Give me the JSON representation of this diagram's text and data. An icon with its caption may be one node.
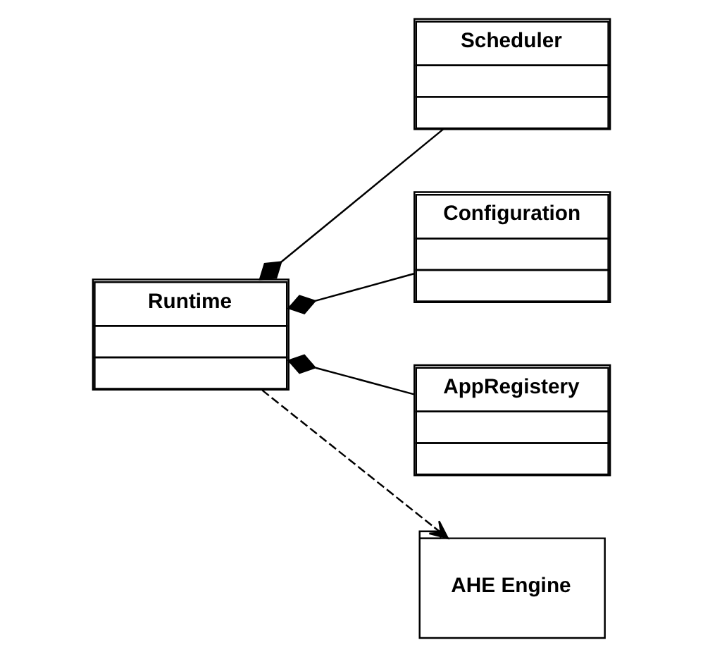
{
  "diagram": {
    "nodes": [
      {
        "text": [
          "Runtime"
        ]
      },
      {
        "text": [
          "Scheduler"
        ]
      },
      {
        "text": [
          "Configuration"
        ]
      },
      {
        "text": [
          "AppRegistery"
        ]
      },
      {
        "text": [
          "AHE Engine"
        ]
      }
    ],
    "edges": [
      {
        "from": 0,
        "to": 1,
        "arrow": "other"
      },
      {
        "from": 0,
        "to": 2,
        "arrow": "other"
      },
      {
        "from": 0,
        "to": 3,
        "arrow": "other"
      },
      {
        "from": 0,
        "to": 4,
        "arrow": "to",
        "style": "dashed"
      }
    ]
  }
}
